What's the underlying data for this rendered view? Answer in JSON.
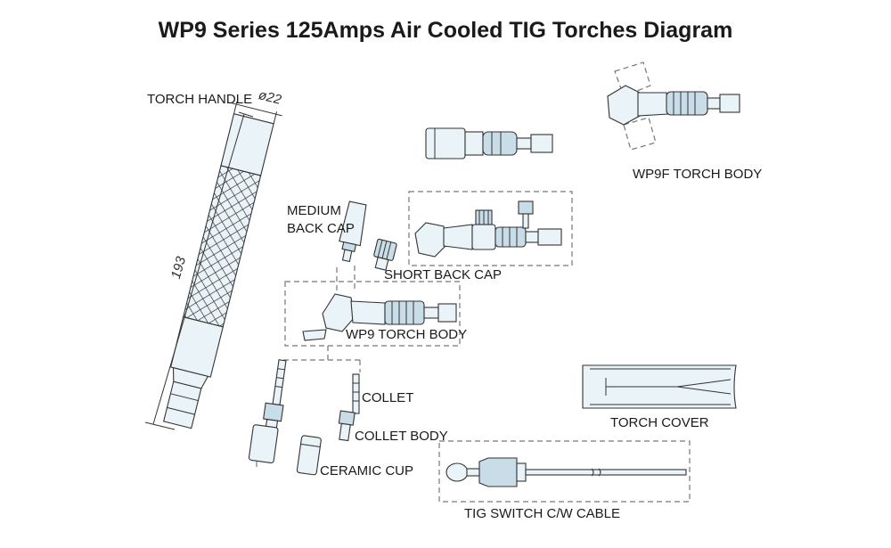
{
  "title": "WP9 Series 125Amps Air Cooled TIG Torches Diagram",
  "labels": {
    "torch_handle": "TORCH HANDLE",
    "diameter": "ø22",
    "length": "193",
    "medium_back_cap_line1": "MEDIUM",
    "medium_back_cap_line2": "BACK CAP",
    "short_back_cap": "SHORT BACK CAP",
    "wp9_torch_body": "WP9 TORCH BODY",
    "wp9f_torch_body": "WP9F TORCH BODY",
    "collet": "COLLET",
    "collet_body": "COLLET BODY",
    "ceramic_cup": "CERAMIC CUP",
    "torch_cover": "TORCH COVER",
    "tig_switch_cable": "TIG SWITCH C/W CABLE"
  }
}
